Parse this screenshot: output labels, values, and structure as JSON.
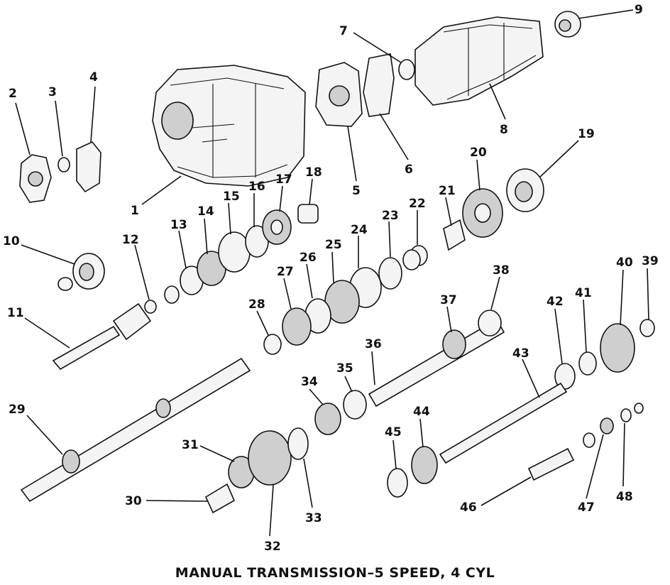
{
  "caption": "MANUAL TRANSMISSION–5 SPEED, 4 CYL",
  "callouts": [
    "1",
    "2",
    "3",
    "4",
    "5",
    "6",
    "7",
    "8",
    "9",
    "10",
    "11",
    "12",
    "13",
    "14",
    "15",
    "16",
    "17",
    "18",
    "19",
    "20",
    "21",
    "22",
    "23",
    "24",
    "25",
    "26",
    "27",
    "28",
    "29",
    "30",
    "31",
    "32",
    "33",
    "34",
    "35",
    "36",
    "37",
    "38",
    "39",
    "40",
    "41",
    "42",
    "43",
    "44",
    "45",
    "46",
    "47",
    "48"
  ]
}
